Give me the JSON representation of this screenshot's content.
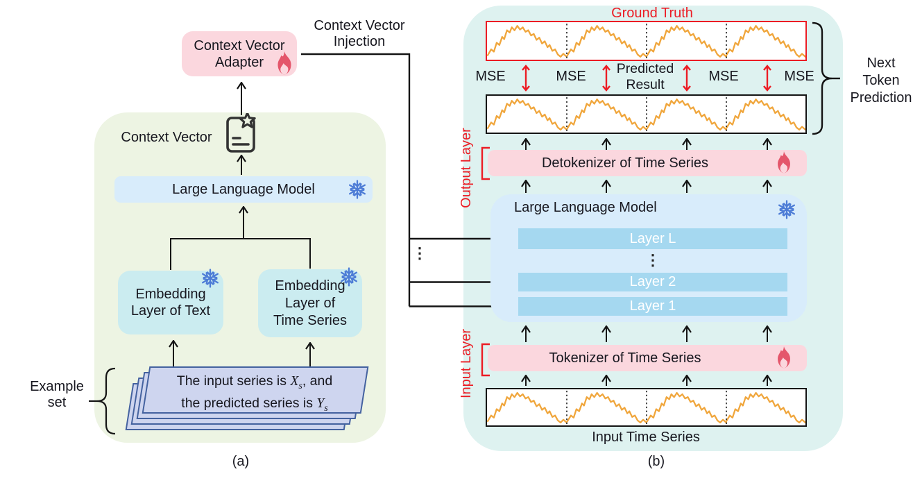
{
  "colors": {
    "panel_a_bg": "#edf4e3",
    "panel_b_bg": "#def2f0",
    "pink_box": "#fbd7de",
    "llm_box": "#d8ecfb",
    "embed_box": "#cbecf0",
    "layer_bar": "#a5d8f0",
    "card_fill": "#ced5ef",
    "card_border": "#44629f",
    "red": "#ec1c24",
    "wave_orange": "#f0a63c",
    "snowflake_blue": "#4d7cd6",
    "flame_red": "#e4566b"
  },
  "panel_a": {
    "caption": "(a)",
    "adapter_line1": "Context Vector",
    "adapter_line2": "Adapter",
    "injection_line1": "Context Vector",
    "injection_line2": "Injection",
    "context_vector_label": "Context Vector",
    "llm_label": "Large Language Model",
    "embed_text_line1": "Embedding",
    "embed_text_line2": "Layer of Text",
    "embed_ts_line1": "Embedding",
    "embed_ts_line2": "Layer of",
    "embed_ts_line3": "Time Series",
    "example_line1": "Example",
    "example_line2": "set",
    "card_l1_pre": "The input series is ",
    "card_l1_var": "X",
    "card_l1_sub": "s",
    "card_l1_post": ", and",
    "card_l2_pre": "the predicted series is ",
    "card_l2_var": "Y",
    "card_l2_sub": "s"
  },
  "panel_b": {
    "caption": "(b)",
    "ground_truth": "Ground Truth",
    "mse": [
      "MSE",
      "MSE",
      "MSE",
      "MSE"
    ],
    "predicted_line1": "Predicted",
    "predicted_line2": "Result",
    "next_line1": "Next",
    "next_line2": "Token",
    "next_line3": "Prediction",
    "output_layer": "Output Layer",
    "input_layer": "Input Layer",
    "detokenizer": "Detokenizer of Time Series",
    "tokenizer": "Tokenizer of Time Series",
    "llm_label": "Large Language Model",
    "layer_top": "Layer L",
    "layer_mid": "Layer 2",
    "layer_bottom": "Layer 1",
    "ellipsis": "⋮",
    "input_series": "Input Time Series"
  }
}
